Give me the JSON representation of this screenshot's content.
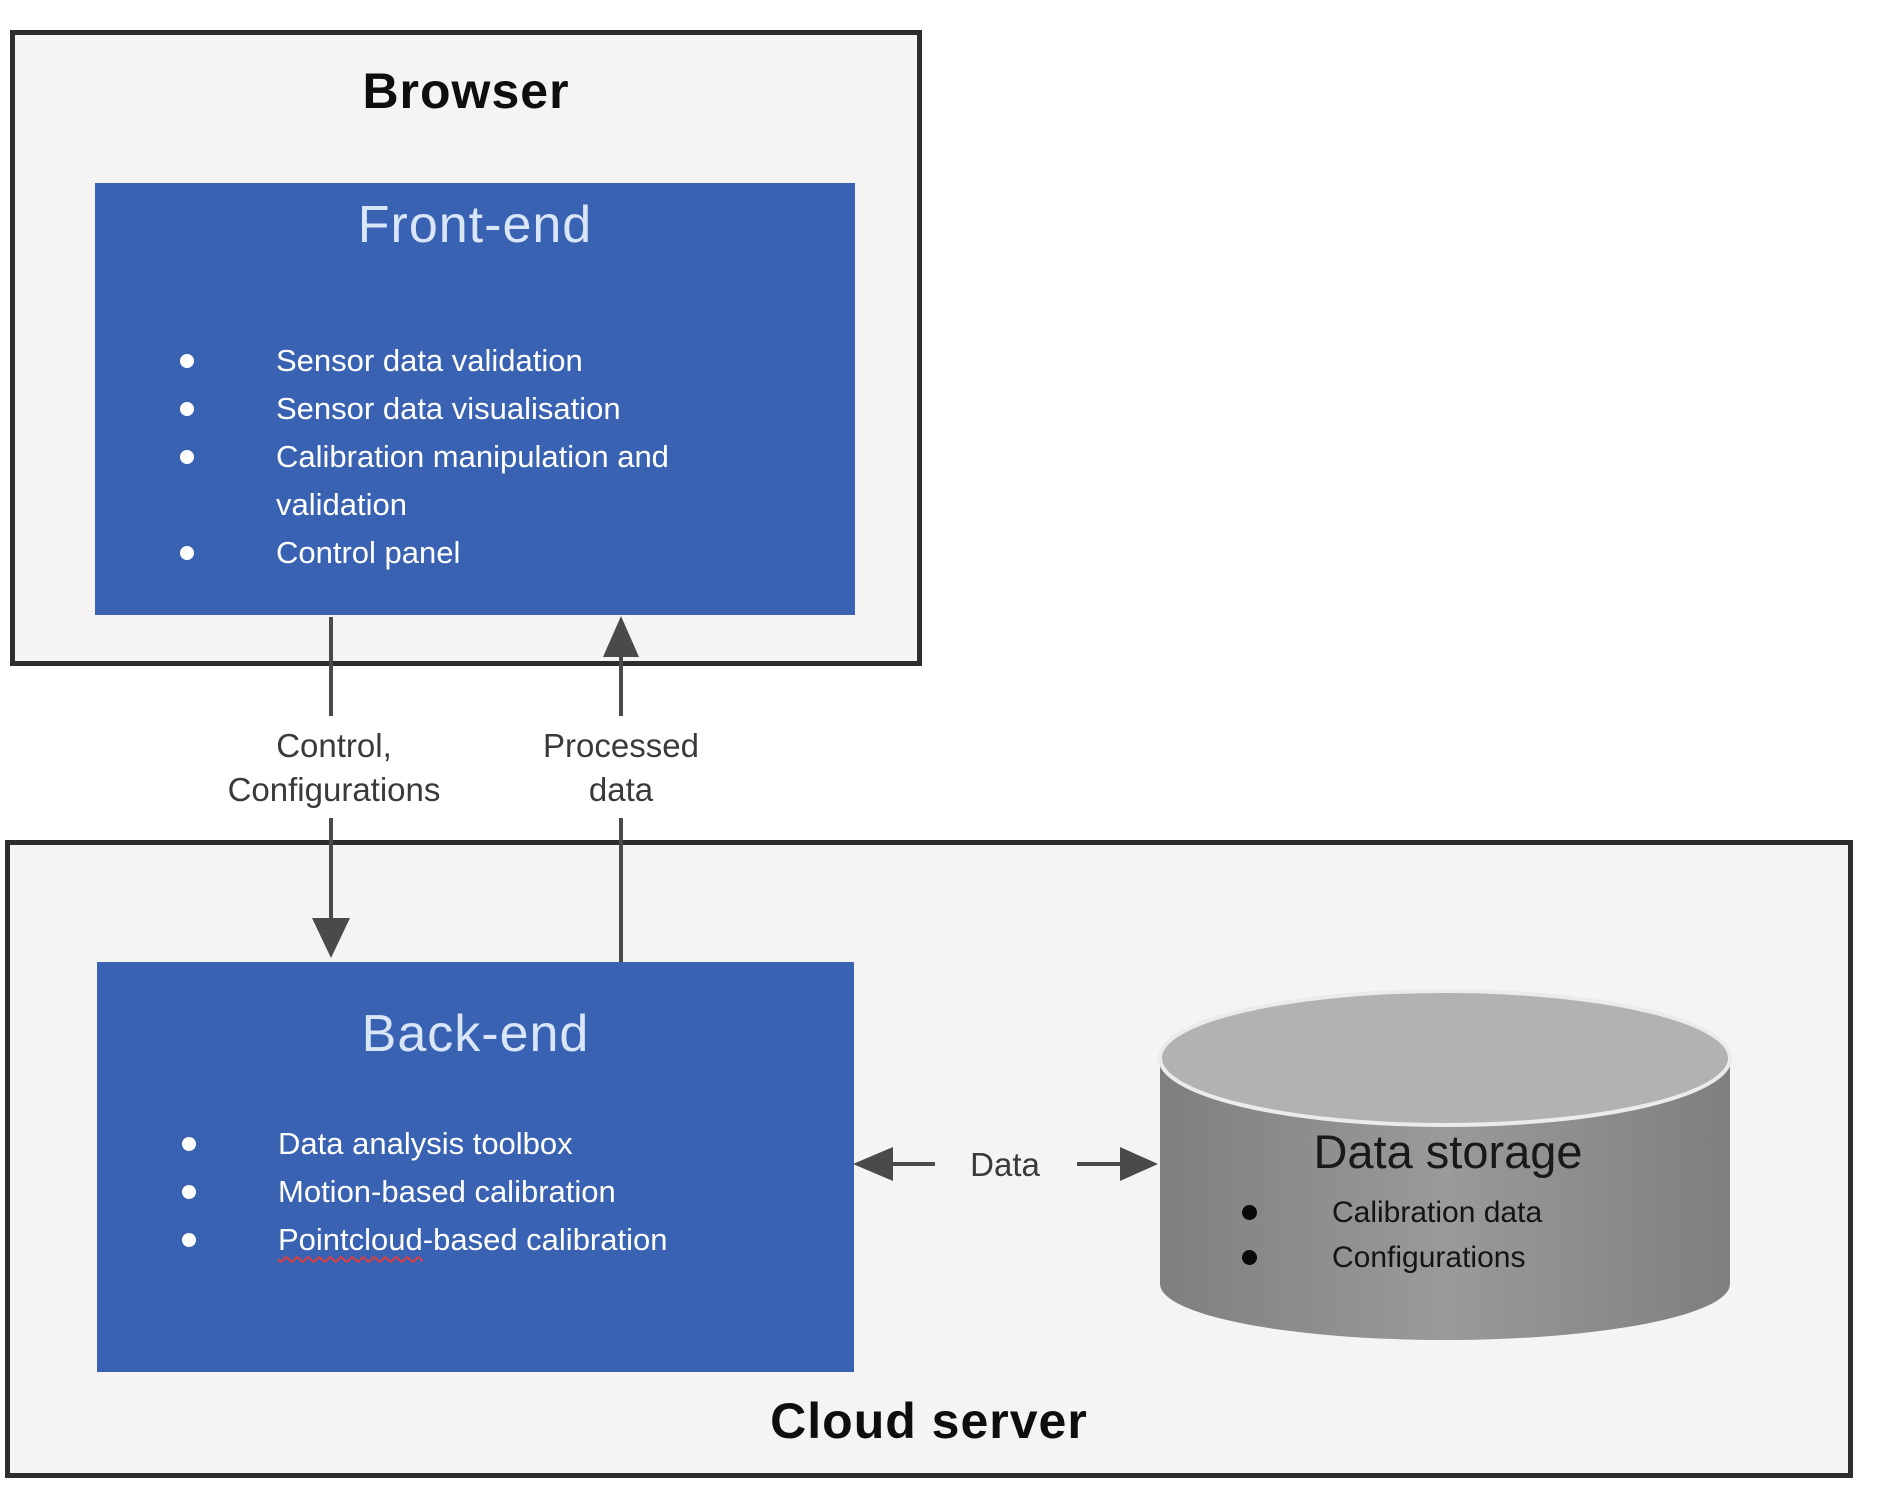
{
  "browser": {
    "title": "Browser",
    "frontend": {
      "title": "Front-end",
      "items": [
        "Sensor data validation",
        "Sensor data visualisation",
        "Calibration manipulation and validation",
        "Control panel"
      ]
    }
  },
  "cloud": {
    "title": "Cloud server",
    "backend": {
      "title": "Back-end",
      "items": [
        "Data analysis toolbox",
        "Motion-based calibration"
      ],
      "misspelled_item": {
        "word": "Pointcloud",
        "rest": "-based calibration"
      }
    },
    "storage": {
      "title": "Data storage",
      "items": [
        "Calibration data",
        "Configurations"
      ]
    }
  },
  "arrows": {
    "control": {
      "line1": "Control,",
      "line2": "Configurations"
    },
    "processed": {
      "line1": "Processed",
      "line2": "data"
    },
    "data": {
      "label": "Data"
    }
  },
  "colors": {
    "box_blue": "#3a62b2",
    "panel_fill": "#f5f4f2",
    "panel_border": "#2d2d2d",
    "arrow": "#4a4a4a",
    "blue_title_text": "#d9e6f8",
    "cylinder_side": "#8a8a8a",
    "cylinder_top": "#b2b2b2",
    "spellcheck_squiggle": "#e03e3e"
  }
}
